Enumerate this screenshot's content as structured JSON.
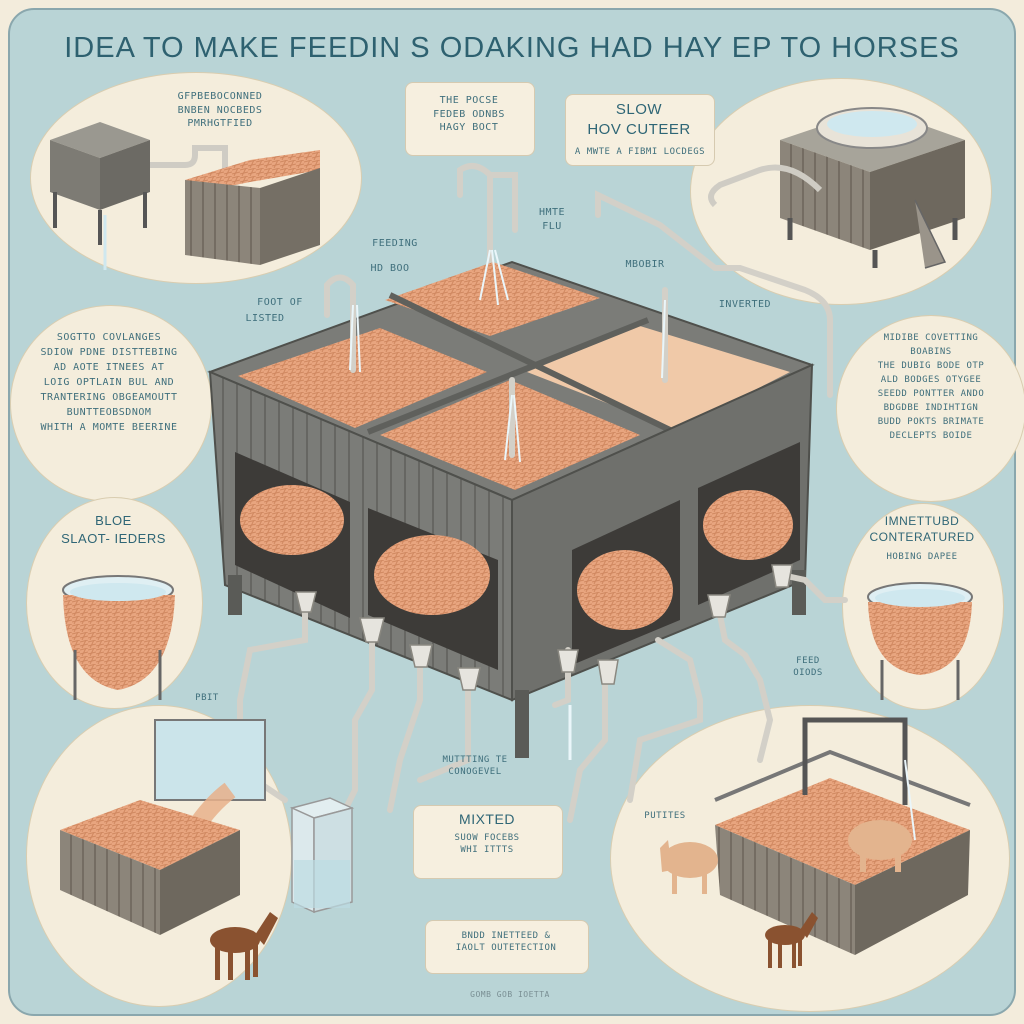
{
  "title": "IDEA TO  MAKE FEEDIN  S ODAKING HAD  HAY  EP  TO HORSES",
  "colors": {
    "background": "#b9d4d6",
    "bubble": "#f4eddc",
    "hay": "#e3a07a",
    "wood": "#7b7c78",
    "pipe": "#d6d3cc",
    "water": "#cfe8ef",
    "text": "#3f6f7c",
    "horse": "#8a5230"
  },
  "labels": {
    "top_left_bubble": "GFPBEBOCONNED\nBNBEN NOCBEDS\nPMRHGTFIED",
    "top_center_note": "THE POCSE\nFEDEB ODNBS\nHAGY BOCT",
    "slow_title": "SLOW\nHOV CUTEER",
    "slow_sub": "A MWTE A FIBMI LOCDEGS",
    "hmte_flu": "HMTE\nFLU",
    "feeding": "FEEDING",
    "hd_boo": "HD BOO",
    "mbobir": "MBOBIR",
    "foot_of": "FOOT OF",
    "listed": "LISTED",
    "inverted": "INVERTED",
    "left_paragraph": "SOGTTO COVLANGES\nSDIOW PDNE DISTTEBING\nAD AOTE ITNEES AT\nLOIG OPTLAIN BUL AND\nTRANTERING OBGEAMOUTT\nBUNTTEOBSDNOM\nWHITH A MOMTE BEERINE",
    "right_paragraph": "MIDIBE COVETTING\nBOABINS\nTHE DUBIG BODE OTP\nALD BODGES OTYGEE\nSEEDD PONTTER ANDO\nBDGDBE INDIHTIGN\nBUDD POKTS BRIMATE\nDECLEPTS BOIDE",
    "blue_slaot": "BLOE\nSLAOT- IEDERS",
    "imnettubd": "IMNETTUBD\nCONTERATURED",
    "imnettubd_sub": "HOBING DAPEE",
    "pbit": "PBIT",
    "feed_oiods": "FEED\nOIODS",
    "putites": "PUTITES",
    "mutting": "MUTTTING TE\nCONOGEVEL",
    "mixted_title": "MIXTED",
    "mixted_sub": "SUOW FOCEBS\nWHI ITTTS",
    "bottom_note": "BNDD INETTEED &\nIAOLT OUTETECTION",
    "bottom_tiny": "GOMB GOB IOETTA"
  }
}
